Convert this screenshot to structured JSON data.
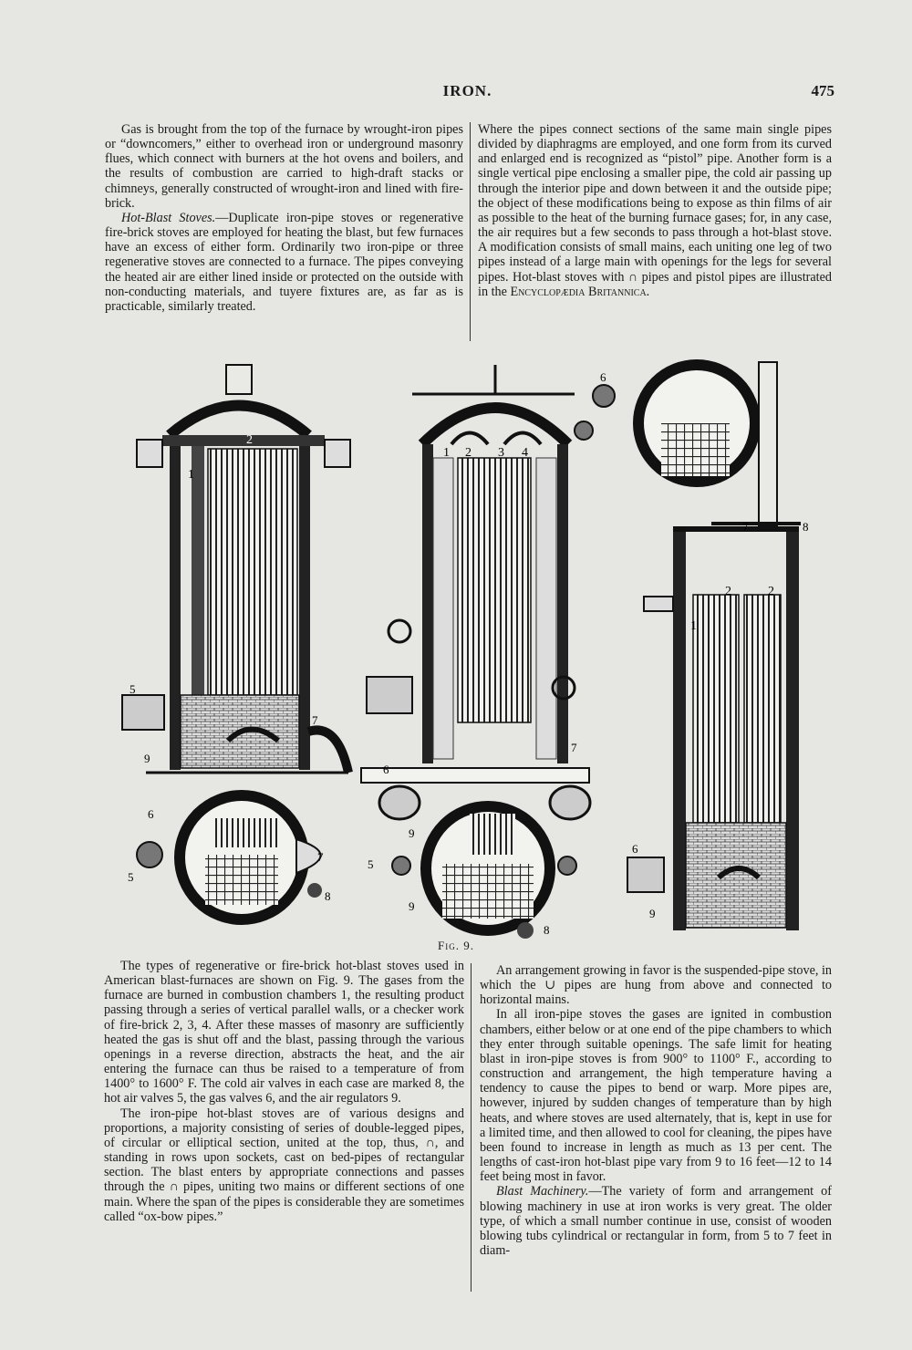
{
  "header": {
    "running_title": "IRON.",
    "page_number": "475"
  },
  "top_left": {
    "p1": "Gas is brought from the top of the furnace by wrought-iron pipes or “downcomers,” either to overhead iron or underground masonry flues, which connect with burners at the hot ovens and boilers, and the results of combustion are carried to high-draft stacks or chimneys, generally constructed of wrought-iron and lined with fire-brick.",
    "p2_lead": "Hot-Blast Stoves.",
    "p2_text": "—Duplicate iron-pipe stoves or regenerative fire-brick stoves are employed for heating the blast, but few furnaces have an excess of either form. Ordinarily two iron-pipe or three regenerative stoves are connected to a furnace. The pipes conveying the heated air are either lined inside or protected on the outside with non-conducting materials, and tuyere fixtures are, as far as is practicable, similarly treated."
  },
  "top_right": {
    "p1_text": "Where the pipes connect sections of the same main single pipes divided by diaphragms are employed, and one form from its curved and enlarged end is recognized as “pistol” pipe. Another form is a single vertical pipe enclosing a smaller pipe, the cold air passing up through the interior pipe and down between it and the outside pipe; the object of these modifications being to expose as thin films of air as possible to the heat of the burning furnace gases; for, in any case, the air requires but a few seconds to pass through a hot-blast stove. A modification consists of small mains, each uniting one leg of two pipes instead of a large main with openings for the legs for several pipes. Hot-blast stoves with ∩ pipes and pistol pipes are illustrated in the",
    "p1_source": "Encyclopædia Britannica."
  },
  "figure": {
    "caption": "Fig. 9.",
    "labels": {
      "one": "1",
      "two": "2",
      "three": "3",
      "four": "4",
      "five": "5",
      "six": "6",
      "seven": "7",
      "eight": "8",
      "nine": "9"
    }
  },
  "bottom_left": {
    "p1": "The types of regenerative or fire-brick hot-blast stoves used in American blast-furnaces are shown on Fig. 9. The gases from the furnace are burned in combustion chambers 1, the resulting product passing through a series of vertical parallel walls, or a checker work of fire-brick 2, 3, 4. After these masses of masonry are sufficiently heated the gas is shut off and the blast, passing through the various openings in a reverse direction, abstracts the heat, and the air entering the furnace can thus be raised to a temperature of from 1400° to 1600° F. The cold air valves in each case are marked 8, the hot air valves 5, the gas valves 6, and the air regulators 9.",
    "p2": "The iron-pipe hot-blast stoves are of various designs and proportions, a majority consisting of series of double-legged pipes, of circular or elliptical section, united at the top, thus, ∩, and standing in rows upon sockets, cast on bed-pipes of rectangular section. The blast enters by appropriate connections and passes through the ∩ pipes, uniting two mains or different sections of one main. Where the span of the pipes is considerable they are sometimes called “ox-bow pipes.”"
  },
  "bottom_right": {
    "p1": "An arrangement growing in favor is the suspended-pipe stove, in which the ∪ pipes are hung from above and connected to horizontal mains.",
    "p2": "In all iron-pipe stoves the gases are ignited in combustion chambers, either below or at one end of the pipe chambers to which they enter through suitable openings. The safe limit for heating blast in iron-pipe stoves is from 900° to 1100° F., according to construction and arrangement, the high temperature having a tendency to cause the pipes to bend or warp. More pipes are, however, injured by sudden changes of temperature than by high heats, and where stoves are used alternately, that is, kept in use for a limited time, and then allowed to cool for cleaning, the pipes have been found to increase in length as much as 13 per cent. The lengths of cast-iron hot-blast pipe vary from 9 to 16 feet—12 to 14 feet being most in favor.",
    "p3_lead": "Blast Machinery.",
    "p3_text": "—The variety of form and arrangement of blowing machinery in use at iron works is very great. The older type, of which a small number continue in use, consist of wooden blowing tubs cylindrical or rectangular in form, from 5 to 7 feet in diam-"
  }
}
